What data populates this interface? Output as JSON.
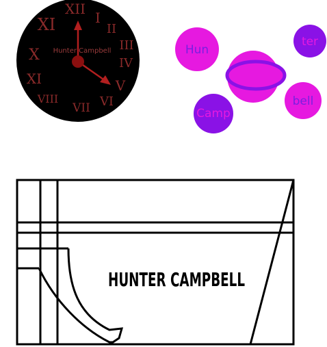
{
  "clock": {
    "center_label": "Hunter Campbell",
    "numerals": [
      "XII",
      "I",
      "II",
      "III",
      "IV",
      "V",
      "VI",
      "VII",
      "VIII",
      "XI",
      "X",
      "XI"
    ],
    "face_color": "#000000",
    "numeral_color": "#8a2a2a",
    "hand_color": "#b21f1f"
  },
  "bubbles": {
    "fragments": [
      "Hun",
      "ter",
      "Camp",
      "bell"
    ],
    "magenta": "#e619e0",
    "purple": "#8a12e6",
    "text_color": "#7a1fe0"
  },
  "banner": {
    "text": "HUNTER CAMPBELL",
    "stroke_color": "#000000"
  }
}
